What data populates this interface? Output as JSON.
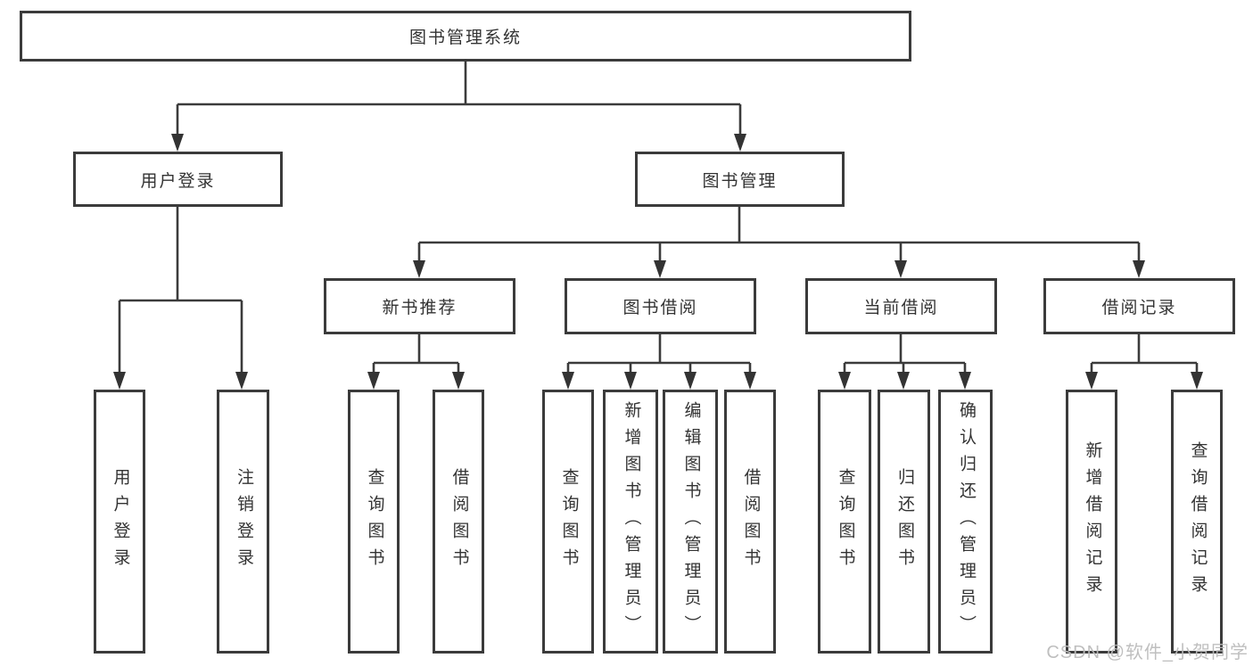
{
  "diagram": {
    "type": "tree",
    "root": {
      "label": "图书管理系统"
    },
    "level2": [
      {
        "label": "用户登录",
        "parent": "图书管理系统"
      },
      {
        "label": "图书管理",
        "parent": "图书管理系统"
      }
    ],
    "level3": [
      {
        "label": "新书推荐",
        "parent": "图书管理"
      },
      {
        "label": "图书借阅",
        "parent": "图书管理"
      },
      {
        "label": "当前借阅",
        "parent": "图书管理"
      },
      {
        "label": "借阅记录",
        "parent": "图书管理"
      }
    ],
    "leaves": [
      {
        "label": "用户登录",
        "parent": "用户登录"
      },
      {
        "label": "注销登录",
        "parent": "用户登录"
      },
      {
        "label": "查询图书",
        "parent": "新书推荐"
      },
      {
        "label": "借阅图书",
        "parent": "新书推荐"
      },
      {
        "label": "查询图书",
        "parent": "图书借阅"
      },
      {
        "label": "新增图书（管理员）",
        "parent": "图书借阅"
      },
      {
        "label": "编辑图书（管理员）",
        "parent": "图书借阅"
      },
      {
        "label": "借阅图书",
        "parent": "图书借阅"
      },
      {
        "label": "查询图书",
        "parent": "当前借阅"
      },
      {
        "label": "归还图书",
        "parent": "当前借阅"
      },
      {
        "label": "确认归还（管理员）",
        "parent": "当前借阅"
      },
      {
        "label": "新增借阅记录",
        "parent": "借阅记录"
      },
      {
        "label": "查询借阅记录",
        "parent": "借阅记录"
      }
    ]
  },
  "watermark": {
    "text": "CSDN @软件_小贺同学",
    "color": "#bcbcbc"
  },
  "colors": {
    "line": "#3b3b3b",
    "text": "#333333",
    "background": "#ffffff"
  }
}
